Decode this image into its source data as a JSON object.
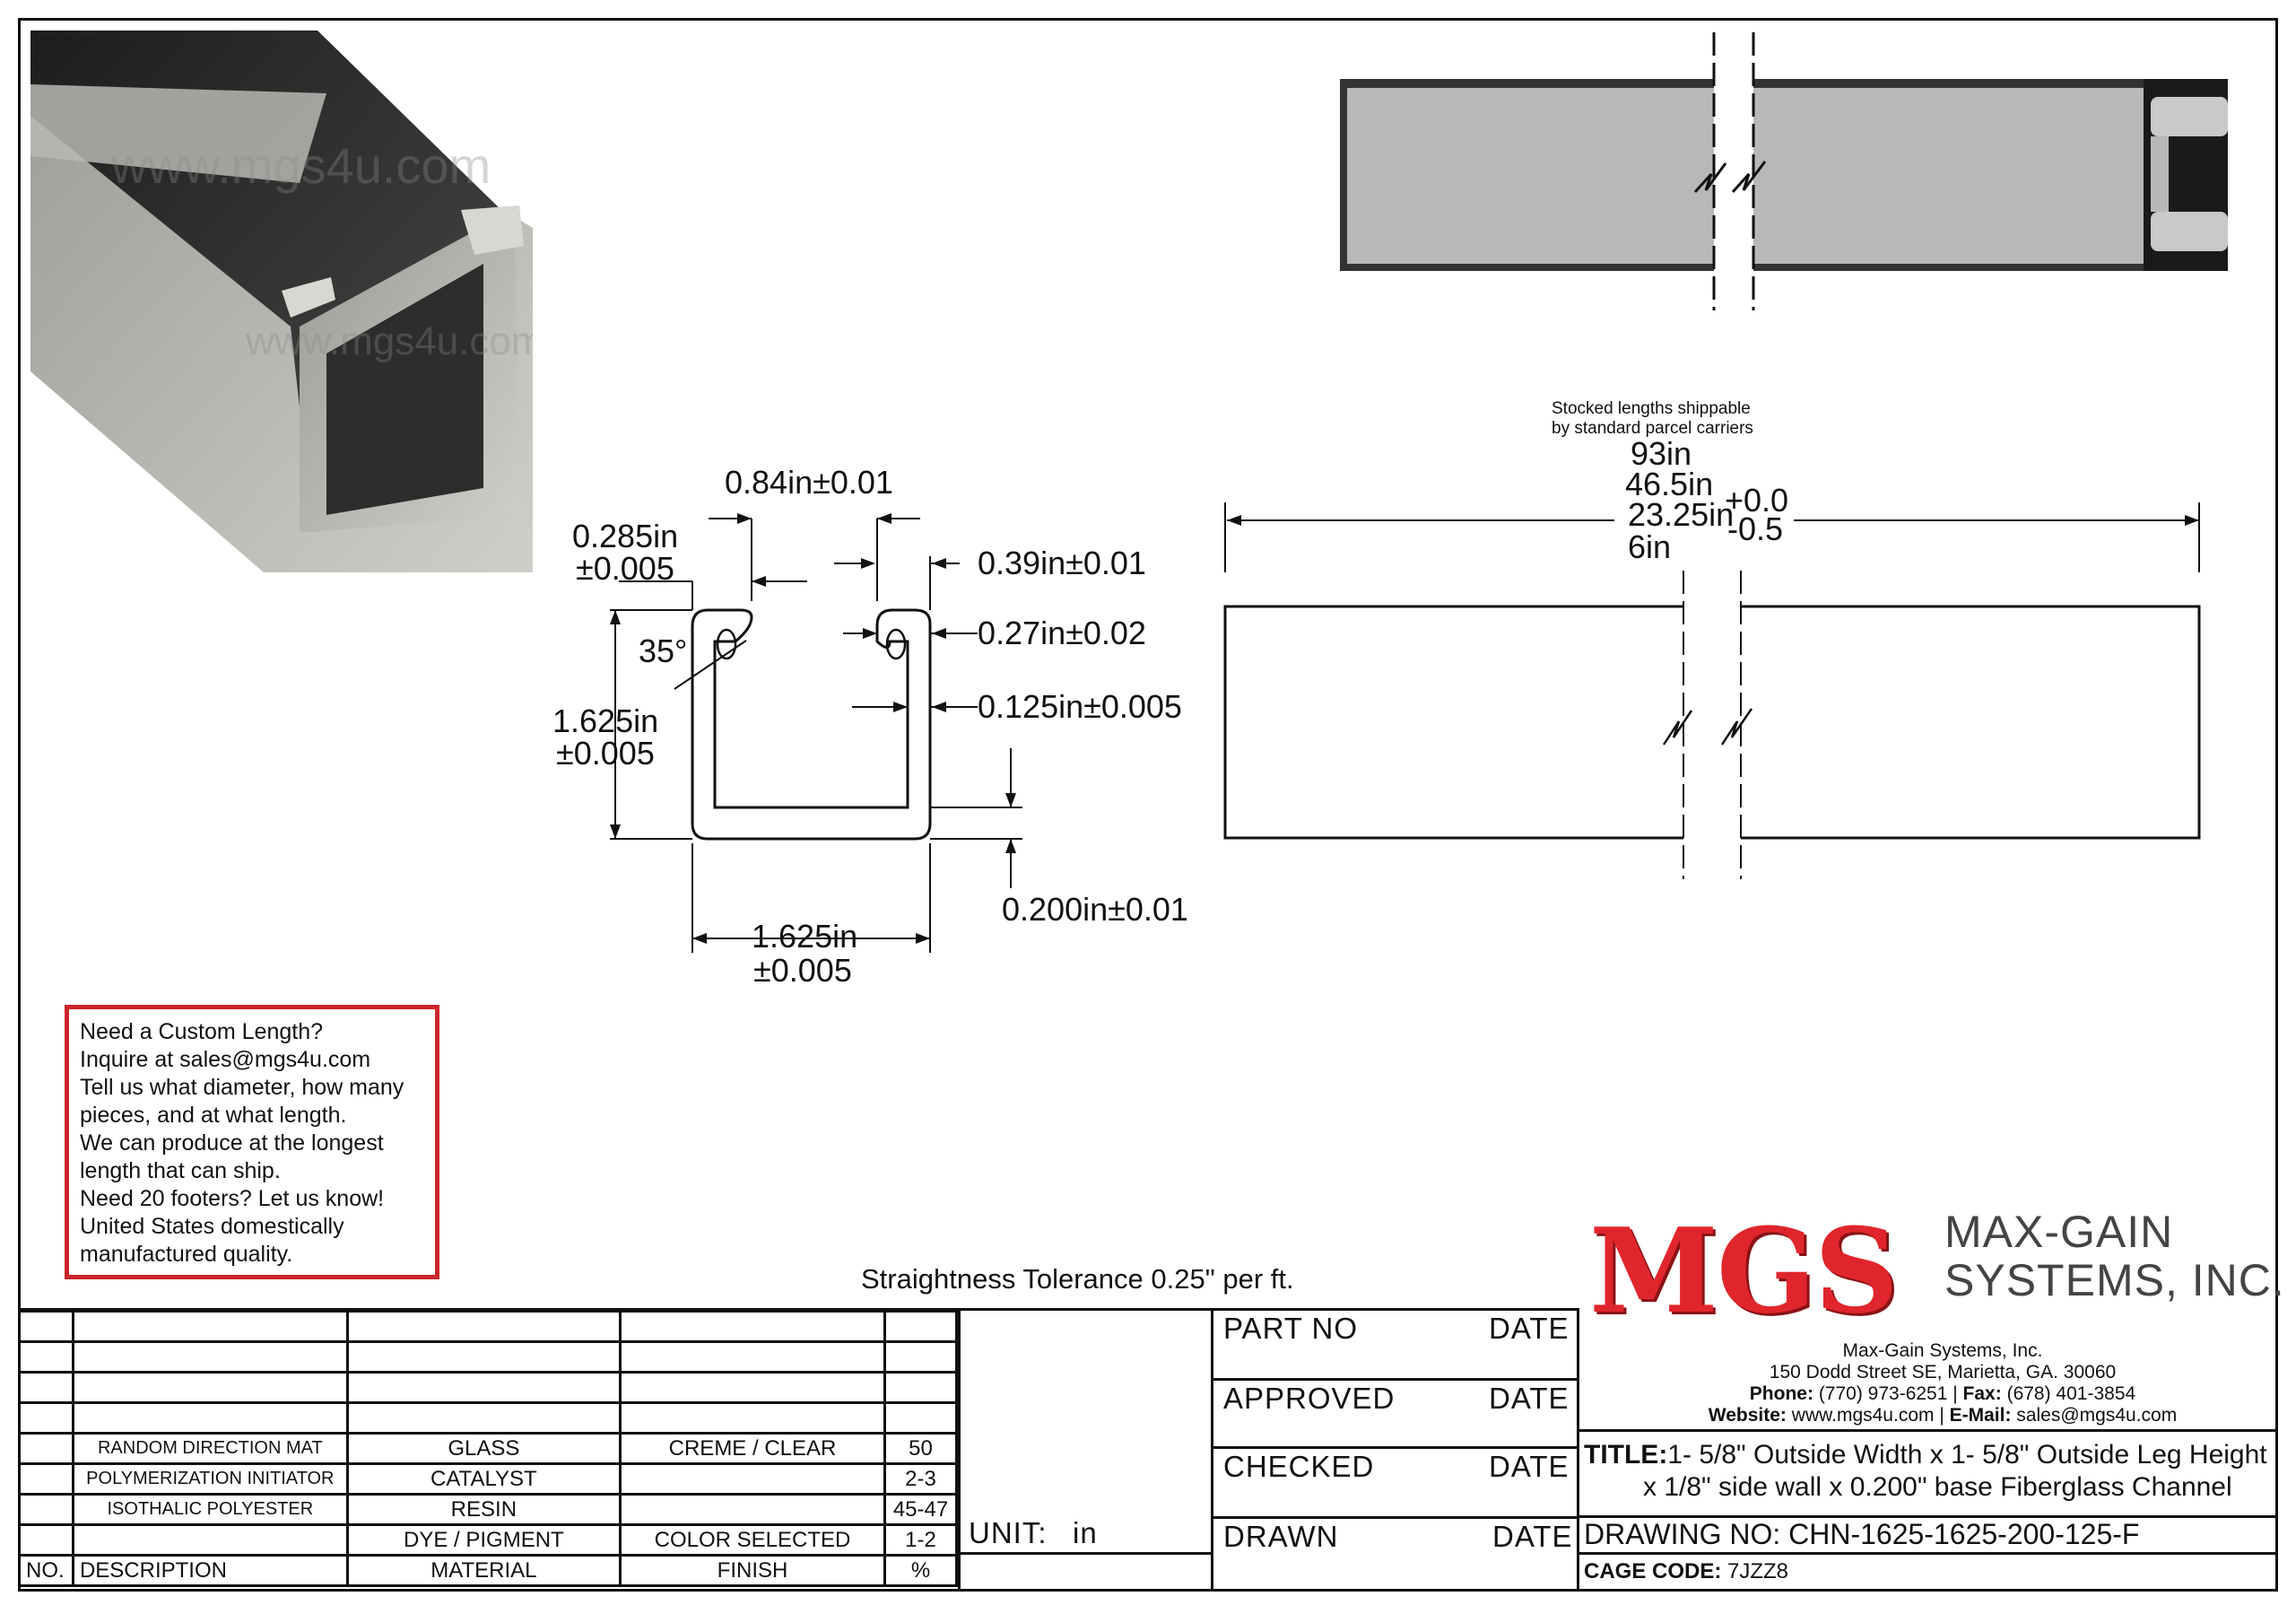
{
  "watermark": "www.mgs4u.com",
  "dimensions": {
    "slot_width": "0.84in±0.01",
    "lip_width": "0.285in",
    "lip_width_tol": "±0.005",
    "lip_height": "0.39in±0.01",
    "lip_thickness": "0.27in±0.02",
    "angle": "35°",
    "wall": "0.125in±0.005",
    "height": "1.625in",
    "height_tol": "±0.005",
    "base": "0.200in±0.01",
    "width": "1.625in",
    "width_tol": "±0.005"
  },
  "lengths": {
    "note_line1": "Stocked lengths shippable",
    "note_line2": "by standard parcel carriers",
    "options": [
      "93in",
      "46.5in",
      "23.25in",
      "6in"
    ],
    "tol_plus": "+0.0",
    "tol_minus": "-0.5"
  },
  "custom_note": [
    "Need a Custom Length?",
    "Inquire at sales@mgs4u.com",
    "Tell us what diameter, how many",
    "pieces, and at what length.",
    "We can produce at the longest",
    "length that can ship.",
    "Need 20 footers? Let us know!",
    "United States domestically",
    "manufactured quality."
  ],
  "straightness": "Straightness Tolerance 0.25\" per ft.",
  "bom": {
    "rows": [
      [
        "RANDOM DIRECTION MAT",
        "GLASS",
        "CREME / CLEAR",
        "50"
      ],
      [
        "POLYMERIZATION INITIATOR",
        "CATALYST",
        "",
        "2-3"
      ],
      [
        "ISOTHALIC POLYESTER",
        "RESIN",
        "",
        "45-47"
      ],
      [
        "",
        "DYE / PIGMENT",
        "COLOR SELECTED",
        "1-2"
      ]
    ],
    "headers": [
      "NO.",
      "DESCRIPTION",
      "MATERIAL",
      "FINISH",
      "%"
    ]
  },
  "unit_label": "UNIT:",
  "unit_value": "in",
  "signoffs": [
    {
      "label": "PART  NO",
      "date": "DATE"
    },
    {
      "label": "APPROVED",
      "date": "DATE"
    },
    {
      "label": "CHECKED",
      "date": "DATE"
    },
    {
      "label": "DRAWN",
      "date": "DATE"
    }
  ],
  "company": {
    "logo": "MGS",
    "name_line1": "MAX-GAIN",
    "name_line2": "SYSTEMS, INC.",
    "legal": "Max-Gain Systems, Inc.",
    "address": "150 Dodd Street SE, Marietta, GA. 30060",
    "phone_label": "Phone:",
    "phone": "(770) 973-6251",
    "fax_label": "Fax:",
    "fax": "(678) 401-3854",
    "web_label": "Website:",
    "web": "www.mgs4u.com",
    "email_label": "E-Mail:",
    "email": "sales@mgs4u.com"
  },
  "title_label": "TITLE:",
  "title_line1": "1- 5/8\" Outside Width x 1- 5/8\" Outside Leg Height",
  "title_line2": "x 1/8\" side wall x 0.200\" base Fiberglass Channel",
  "drawing_label": "DRAWING  NO:",
  "drawing_no": "CHN-1625-1625-200-125-F",
  "cage_label": "CAGE CODE:",
  "cage_code": "7JZZ8"
}
